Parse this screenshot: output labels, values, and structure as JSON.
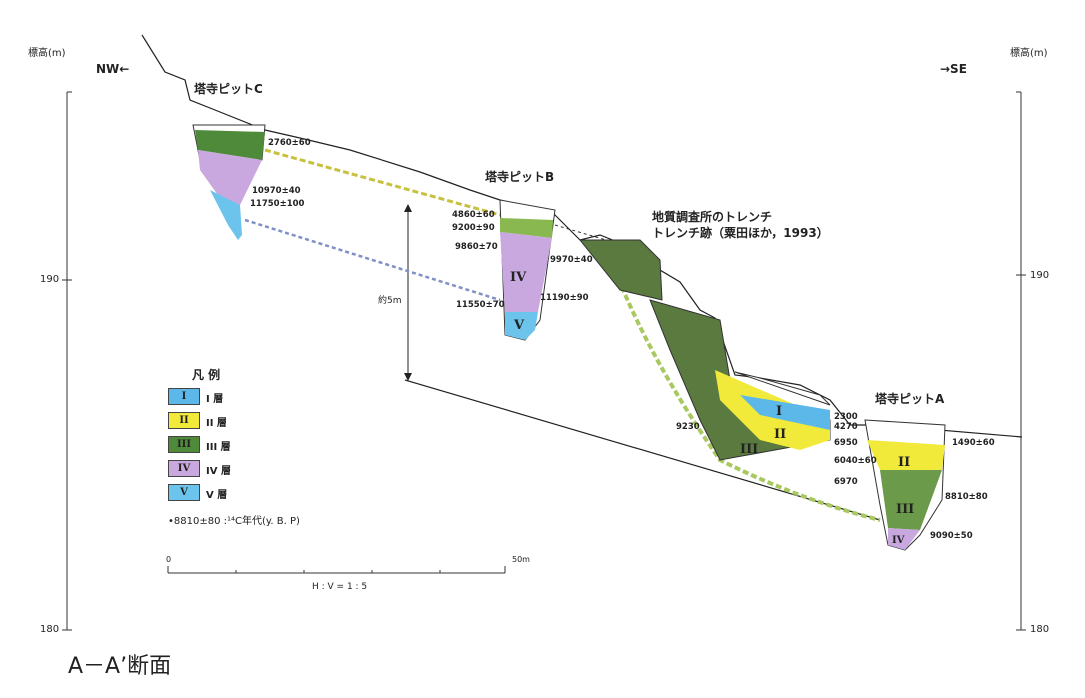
{
  "axes": {
    "left_title": "標高(m)",
    "right_title": "標高(m)",
    "left_dir": "NW←",
    "right_dir": "→SE",
    "tick_190": "190",
    "tick_180": "180"
  },
  "pits": {
    "C": {
      "name": "塔寺ピットC",
      "dates": [
        "2760±60",
        "10970±40",
        "11750±100"
      ]
    },
    "B": {
      "name": "塔寺ピットB",
      "dates": [
        "4860±60",
        "9200±90",
        "9860±70",
        "9970±40",
        "11190±90",
        "11550±70"
      ],
      "layers": [
        "IV",
        "V"
      ]
    },
    "trench": {
      "name": "地質調査所のトレンチ",
      "sub": "トレンチ跡（粟田ほか，1993）",
      "dates": [
        "9230",
        "2300",
        "4270",
        "6950",
        "6040±60",
        "6970"
      ],
      "layers": [
        "I",
        "II",
        "III"
      ]
    },
    "A": {
      "name": "塔寺ピットA",
      "dates": [
        "1490±60",
        "8810±80",
        "9090±50"
      ],
      "layers": [
        "II",
        "III",
        "IV"
      ]
    }
  },
  "offset_label": "約5m",
  "legend": {
    "title": "凡 例",
    "items": [
      {
        "sym": "I",
        "label": "I 層",
        "color": "#5bb8e8"
      },
      {
        "sym": "II",
        "label": "II 層",
        "color": "#f2ea3a"
      },
      {
        "sym": "III",
        "label": "III 層",
        "color": "#4e8a3a"
      },
      {
        "sym": "IV",
        "label": "IV 層",
        "color": "#c9a8e0"
      },
      {
        "sym": "V",
        "label": "V 層",
        "color": "#6cc4ec"
      }
    ],
    "note": "•8810±80 :¹⁴C年代(y. B. P)"
  },
  "scale": {
    "start": "0",
    "end": "50m",
    "ratio": "H : V = 1 : 5"
  },
  "caption": "A－A’断面"
}
